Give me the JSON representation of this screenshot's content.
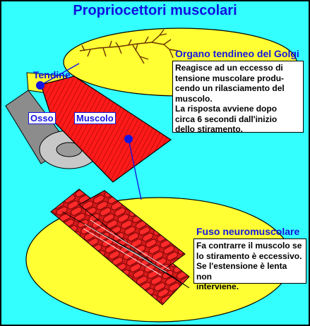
{
  "title": "Propriocettori muscolari",
  "labels": {
    "tendine": "Tendine",
    "osso": "Osso",
    "muscolo": "Muscolo"
  },
  "golgi": {
    "heading": "Organo tendineo del Golgi",
    "lines": [
      "Reagisce ad un eccesso di",
      "tensione muscolare produ-",
      "cendo un rilasciamento del",
      "muscolo.",
      "La risposta avviene dopo",
      "circa 6 secondi dall'inizio",
      "dello stiramento."
    ]
  },
  "fuso": {
    "heading": "Fuso neuromuscolare",
    "lines": [
      "Fa contrarre il muscolo se",
      "lo stiramento è eccessivo.",
      "Se l'estensione è lenta non",
      "interviene."
    ]
  },
  "colors": {
    "background": "#33ffff",
    "ellipse": "#ffff33",
    "muscle": "#ff1a1a",
    "heading": "#1515e0",
    "bone": "#bdbdbd"
  }
}
